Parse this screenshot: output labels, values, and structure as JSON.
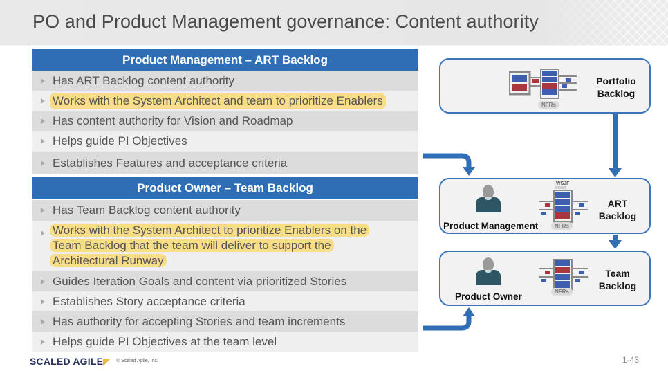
{
  "slide": {
    "title": "PO and Product Management governance: Content authority",
    "page_number": "1-43"
  },
  "product_management": {
    "header": "Product Management – ART Backlog",
    "items": [
      {
        "text": "Has ART Backlog content authority",
        "highlighted": false
      },
      {
        "text": "Works with the System Architect and team to prioritize Enablers",
        "highlighted": true
      },
      {
        "text": "Has content authority for Vision and Roadmap",
        "highlighted": false
      },
      {
        "text": "Helps guide PI Objectives",
        "highlighted": false
      },
      {
        "text": "Establishes Features and acceptance criteria",
        "highlighted": false
      }
    ]
  },
  "product_owner": {
    "header": "Product Owner – Team Backlog",
    "items": [
      {
        "text": "Has Team Backlog content authority",
        "highlighted": false
      },
      {
        "text": "Works with the System Architect to prioritize Enablers on the Team Backlog that the team will deliver to support the Architectural Runway",
        "highlighted": true,
        "lines": [
          "Works with the System Architect to prioritize Enablers on the",
          "Team Backlog that the team will deliver to support the",
          "Architectural Runway"
        ]
      },
      {
        "text": "Guides Iteration Goals and content via prioritized Stories",
        "highlighted": false
      },
      {
        "text": "Establishes Story acceptance criteria",
        "highlighted": false
      },
      {
        "text": "Has authority for accepting Stories and team increments",
        "highlighted": false
      },
      {
        "text": "Helps guide PI Objectives at the team level",
        "highlighted": false
      }
    ]
  },
  "diagram": {
    "portfolio": {
      "label_line1": "Portfolio",
      "label_line2": "Backlog",
      "nfr": "NFRs"
    },
    "art": {
      "label_line1": "ART",
      "label_line2": "Backlog",
      "role": "Product Management",
      "nfr": "NFRs",
      "wsjf": "WSJF"
    },
    "team": {
      "label_line1": "Team",
      "label_line2": "Backlog",
      "role": "Product Owner",
      "nfr": "NFRs"
    }
  },
  "footer": {
    "brand": "SCALED AGILE",
    "copyright": "© Scaled Agile, Inc."
  },
  "colors": {
    "header_blue": "#2f6eb5",
    "highlight_yellow": "#f8dd88",
    "row_dark": "#dcdcdc",
    "row_light": "#efefef",
    "box_border": "#3a74ba",
    "arrow_blue": "#2f6eb5",
    "backlog_blue": "#3e5fb0",
    "backlog_red": "#a8373f"
  }
}
